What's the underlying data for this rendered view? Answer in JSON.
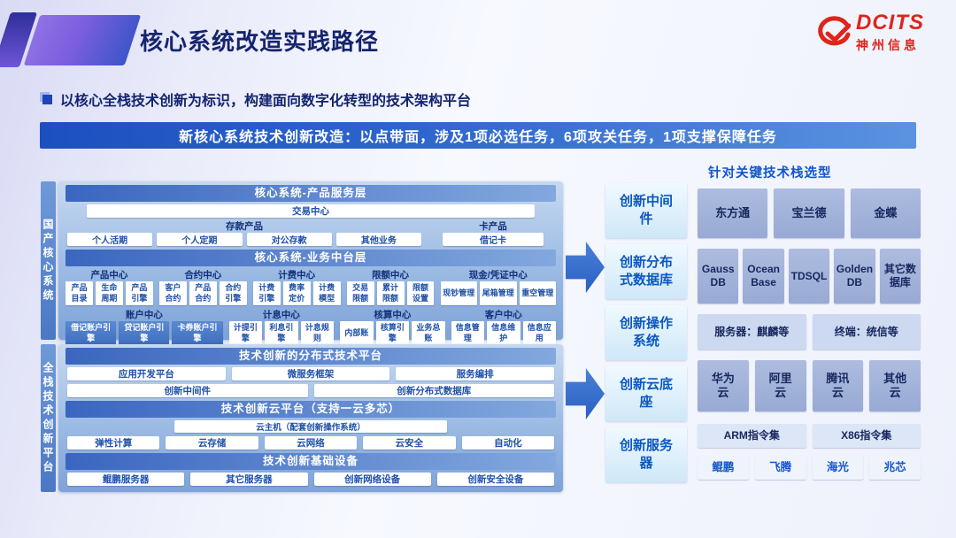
{
  "header": {
    "title": "核心系统改造实践路径",
    "logo": {
      "brand": "DCITS",
      "company": "神州信息"
    },
    "subtitle": "以核心全栈技术创新为标识，构建面向数字化转型的技术架构平台",
    "banner": "新核心系统技术创新改造：以点带面，涉及1项必选任务，6项攻关任务，1项支撑保障任务"
  },
  "side_labels": {
    "top": "国产核心系统",
    "bottom": "全栈技术创新平台"
  },
  "core_panel": {
    "product_layer": {
      "title": "核心系统-产品服务层",
      "trade_center": "交易中心",
      "deposit": {
        "label": "存款产品",
        "items": [
          "个人活期",
          "个人定期",
          "对公存款",
          "其他业务"
        ]
      },
      "card": {
        "label": "卡产品",
        "items": [
          "借记卡"
        ]
      }
    },
    "middle_layer": {
      "title": "核心系统-业务中台层",
      "row1": [
        {
          "label": "产品中心",
          "items": [
            "产品目录",
            "生命周期",
            "产品引擎"
          ]
        },
        {
          "label": "合约中心",
          "items": [
            "客户合约",
            "产品合约",
            "合约引擎"
          ]
        },
        {
          "label": "计费中心",
          "items": [
            "计费引擎",
            "费率定价",
            "计费模型"
          ]
        },
        {
          "label": "限额中心",
          "items": [
            "交易限额",
            "累计限额",
            "限额设置"
          ]
        },
        {
          "label": "现金/凭证中心",
          "items": [
            "现钞管理",
            "尾箱管理",
            "重空管理"
          ]
        }
      ],
      "row2": [
        {
          "label": "账户中心",
          "items": [
            "借记账户引擎",
            "贷记账户引擎",
            "卡券账户引擎"
          ]
        },
        {
          "label": "计息中心",
          "items": [
            "计提引擎",
            "利息引擎",
            "计息规则"
          ]
        },
        {
          "label": "核算中心",
          "items": [
            "内部账",
            "核算引擎",
            "业务总账"
          ]
        },
        {
          "label": "客户中心",
          "items": [
            "信息管理",
            "信息维护",
            "信息应用"
          ]
        }
      ]
    }
  },
  "tech_panel": {
    "dist_platform": {
      "title": "技术创新的分布式技术平台",
      "row1": [
        "应用开发平台",
        "微服务框架",
        "服务编排"
      ],
      "row2": [
        "创新中间件",
        "创新分布式数据库"
      ]
    },
    "cloud_platform": {
      "title": "技术创新云平台（支持一云多芯）",
      "host": "云主机（配套创新操作系统）",
      "row": [
        "弹性计算",
        "云存储",
        "云网络",
        "云安全",
        "自动化"
      ]
    },
    "infra": {
      "title": "技术创新基础设备",
      "row": [
        "鲲鹏服务器",
        "其它服务器",
        "创新网络设备",
        "创新安全设备"
      ]
    }
  },
  "innovation_stack": [
    "创新中间件",
    "创新分布式数据库",
    "创新操作系统",
    "创新云底座",
    "创新服务器"
  ],
  "tech_selection": {
    "title": "针对关键技术栈选型",
    "middleware": [
      "东方通",
      "宝兰德",
      "金蝶"
    ],
    "databases": [
      "GaussDB",
      "OceanBase",
      "TDSQL",
      "GoldenDB",
      "其它数据库"
    ],
    "os": [
      "服务器：麒麟等",
      "终端：统信等"
    ],
    "clouds": [
      "华为云",
      "阿里云",
      "腾讯云",
      "其他云"
    ],
    "instruction_sets": [
      "ARM指令集",
      "X86指令集"
    ],
    "chips": [
      "鲲鹏",
      "飞腾",
      "海光",
      "兆芯"
    ]
  },
  "colors": {
    "banner_blue": "#2b63c9",
    "navy_text": "#16246d",
    "logo_red": "#de251c",
    "panel_blue": "#9cbbe4",
    "box_text_blue": "#1d50a8"
  }
}
